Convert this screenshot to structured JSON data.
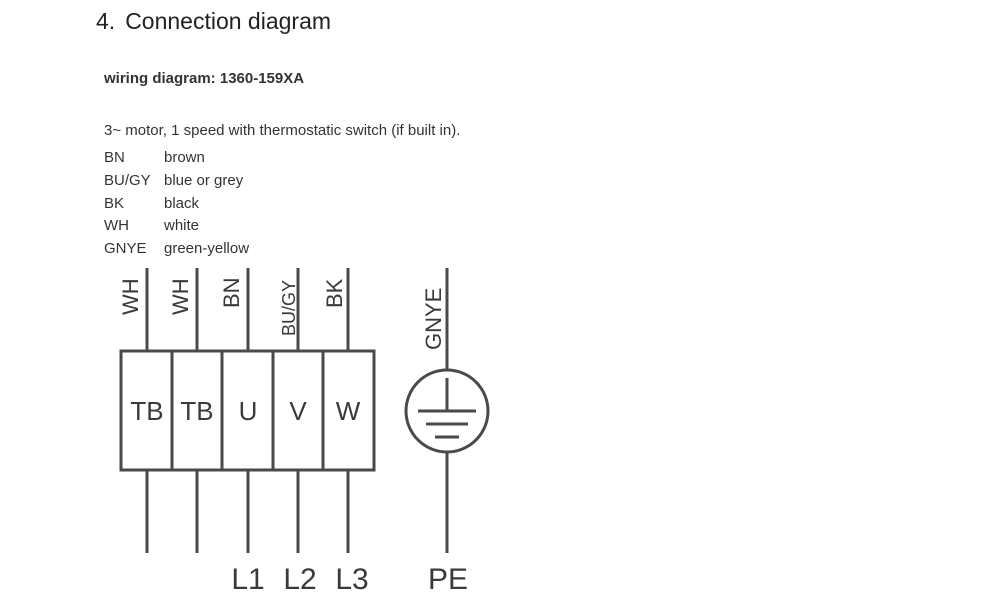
{
  "section": {
    "number": "4.",
    "title": "Connection diagram"
  },
  "diagram_id": "wiring diagram: 1360-159XA",
  "motor_description": "3~ motor, 1 speed with thermostatic switch (if built in).",
  "legend": [
    {
      "code": "BN",
      "meaning": "brown"
    },
    {
      "code": "BU/GY",
      "meaning": "blue or grey"
    },
    {
      "code": "BK",
      "meaning": "black"
    },
    {
      "code": "WH",
      "meaning": "white"
    },
    {
      "code": "GNYE",
      "meaning": "green-yellow"
    }
  ],
  "terminals": [
    {
      "wire": "WH",
      "label": "TB",
      "line": ""
    },
    {
      "wire": "WH",
      "label": "TB",
      "line": ""
    },
    {
      "wire": "BN",
      "label": "U",
      "line": "L1"
    },
    {
      "wire": "BU/GY",
      "label": "V",
      "line": "L2"
    },
    {
      "wire": "BK",
      "label": "W",
      "line": "L3"
    }
  ],
  "earth": {
    "wire": "GNYE",
    "line": "PE"
  },
  "colors": {
    "stroke": "#4a4a4a",
    "text": "#3a3a3a"
  }
}
